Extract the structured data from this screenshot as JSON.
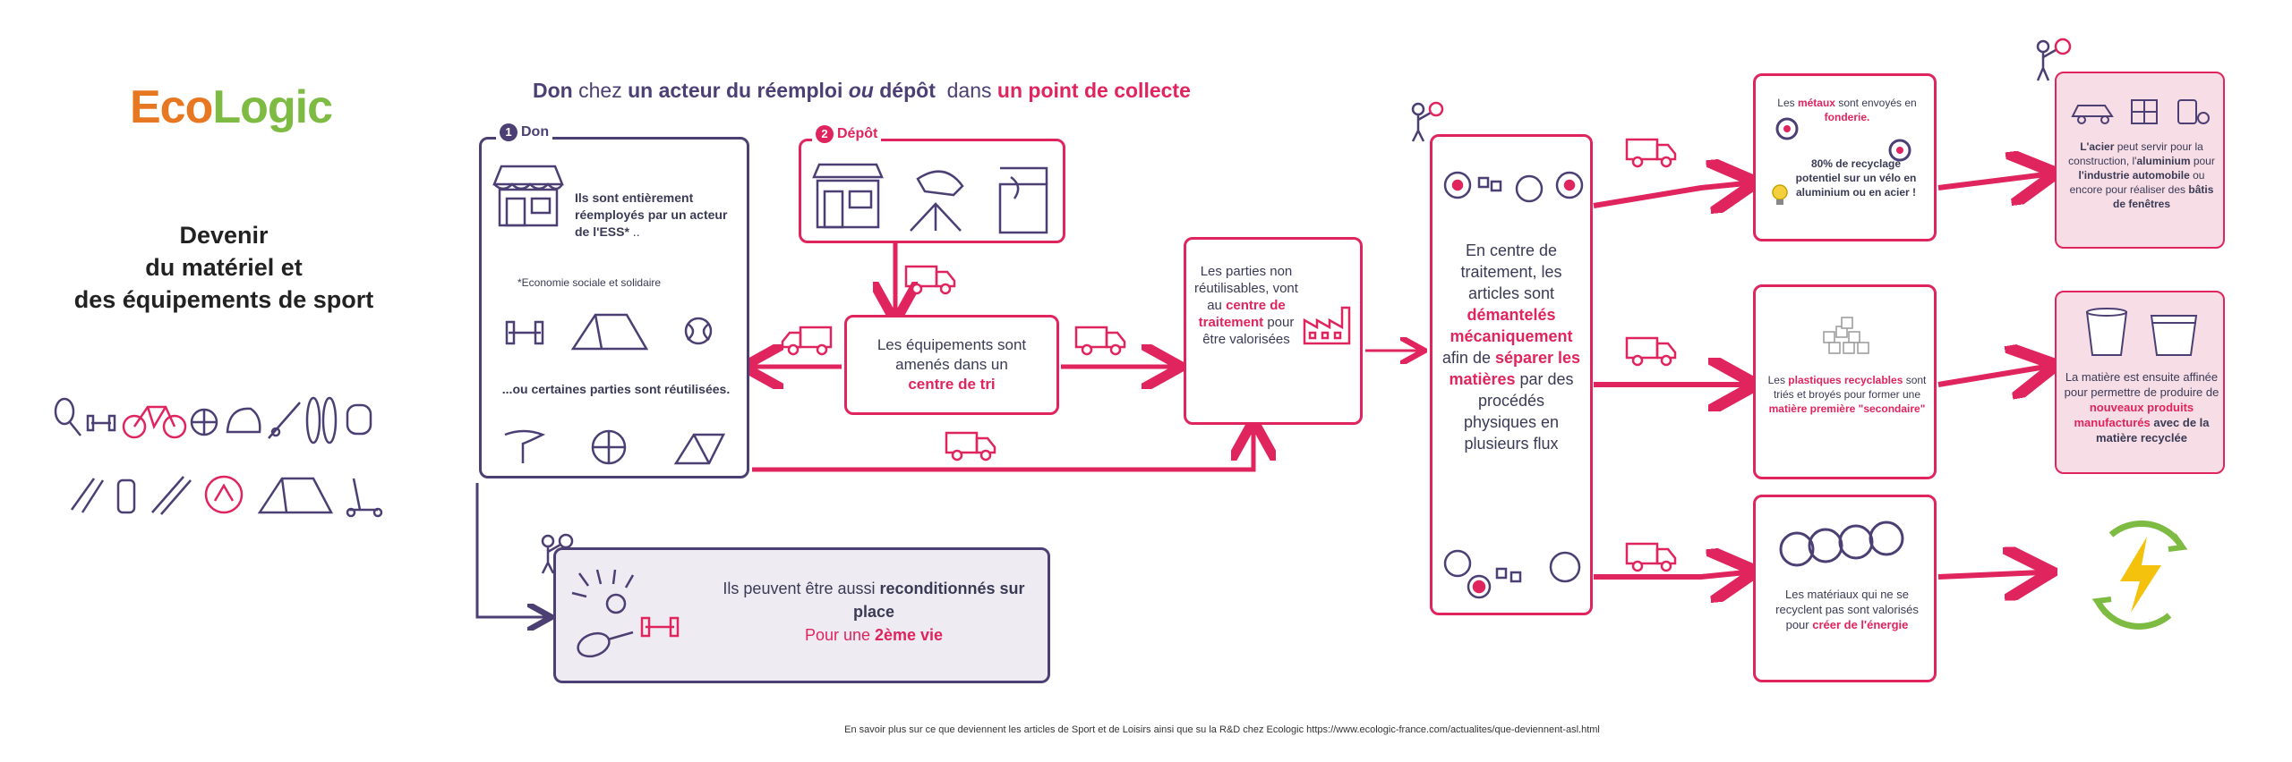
{
  "logo": {
    "part1": "Eco",
    "part2": "Logic"
  },
  "left_title": [
    "Devenir",
    "du matériel et",
    "des équipements de sport"
  ],
  "header": {
    "part1": "Don",
    "part2": " chez ",
    "part3": "un acteur du réemploi",
    "part4": " ou ",
    "part5": "dépôt",
    "part6": "  dans ",
    "part7": "un point de collecte"
  },
  "don": {
    "number": "1",
    "label": "Don",
    "text_bold1": "Ils sont entièrement réemployés par un acteur de l'ESS*",
    "text_tail1": " ..",
    "footnote": "*Economie sociale et solidaire",
    "text2_prefix": "...",
    "text2_bold": "ou certaines parties sont réutilisées."
  },
  "depot": {
    "number": "2",
    "label": "Dépôt"
  },
  "centre_tri": {
    "text": "Les équipements sont amenés dans un",
    "bold": "centre de tri"
  },
  "parties": {
    "text1": "Les parties non réutilisables, vont au",
    "bold": "centre de traitement",
    "text2": "pour être valorisées"
  },
  "traitement": {
    "text1": "En centre de traitement, les articles sont",
    "bold1": "démantelés mécaniquement",
    "text2": "afin de",
    "bold2": "séparer les matières",
    "text3": "par des procédés physiques en plusieurs flux"
  },
  "metaux": {
    "t1": "Les ",
    "b1": "métaux",
    "t2": " sont envoyés en ",
    "b2": "fonderie.",
    "t3": "80% de recyclage potentiel sur un vélo en aluminium ou en acier !"
  },
  "plastiques": {
    "t1": "Les ",
    "b1": "plastiques recyclables",
    "t2": " sont triés et broyés pour former une ",
    "b2": "matière première \"secondaire\""
  },
  "energie": {
    "t1": "Les matériaux qui ne se recyclent pas sont valorisés pour ",
    "b1": "créer de l'énergie"
  },
  "acier": {
    "b1": "L'acier",
    "t1": " peut servir pour la construction, ",
    "t2": "l'",
    "b2": "aluminium",
    "t3": " pour ",
    "b3": "l'industrie automobile",
    "t4": " ou encore pour réaliser des ",
    "b4": "bâtis de fenêtres"
  },
  "matiere": {
    "t1": "La matière est ensuite affinée pour permettre de produire de ",
    "b1": "nouveaux produits manufacturés",
    "b2": " avec de la matière recyclée"
  },
  "recond": {
    "t1": "Ils peuvent être aussi ",
    "b1": "reconditionnés sur place",
    "t2": "Pour une ",
    "b2": "2ème vie"
  },
  "footer": "En savoir plus sur ce que deviennent les articles de Sport et de Loisirs ainsi que su la R&D chez Ecologic  https://www.ecologic-france.com/actualites/que-deviennent-asl.html",
  "colors": {
    "pink": "#e0245e",
    "purple": "#4b3f73",
    "orange": "#e87722",
    "green": "#7dbb42",
    "lightpink": "#f7dde6"
  },
  "icons": [
    "shop-icon",
    "truck-icon",
    "factory-icon",
    "worker-icon",
    "dumbbell-icon",
    "tent-icon",
    "bike-icon",
    "ball-icon",
    "lightning-icon",
    "car-icon",
    "window-icon"
  ]
}
